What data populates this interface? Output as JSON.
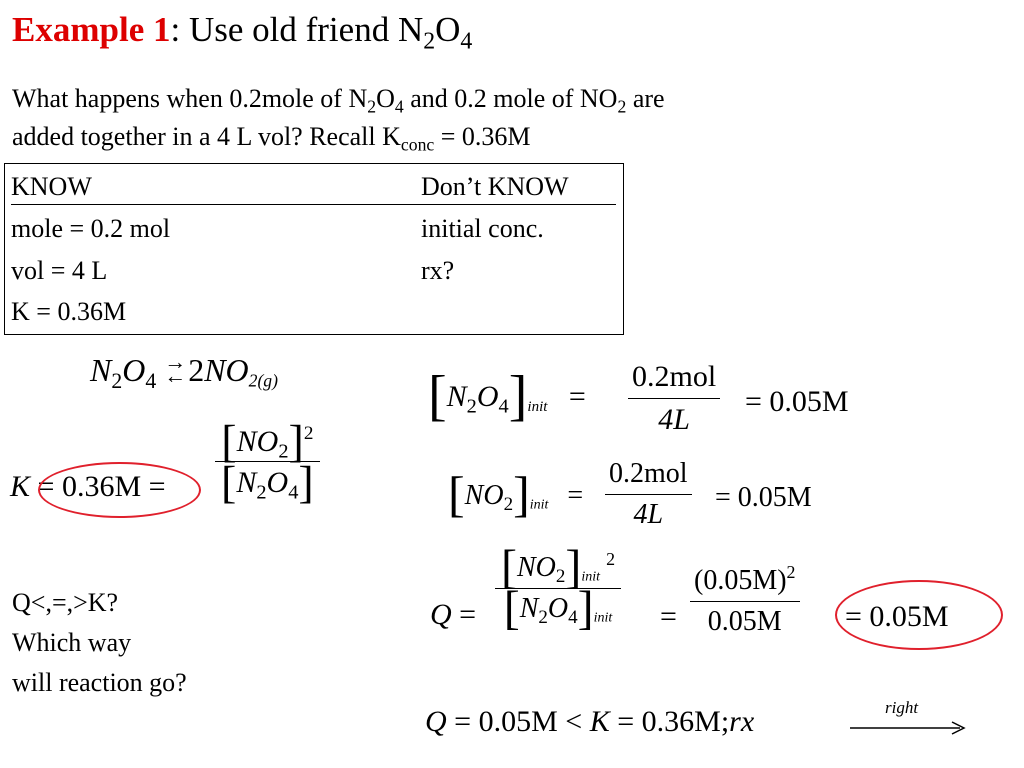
{
  "title": {
    "example_label": "Example 1",
    "colon": ":",
    "text": " Use old friend N",
    "sub1": "2",
    "text2": "O",
    "sub2": "4"
  },
  "intro": {
    "line1_a": "What happens when 0.2mole of N",
    "line1_sub1": "2",
    "line1_b": "O",
    "line1_sub2": "4",
    "line1_c": " and 0.2 mole of NO",
    "line1_sub3": "2",
    "line1_d": " are",
    "line2_a": "added together in a 4 L vol? Recall K",
    "line2_sub": "conc",
    "line2_b": " = 0.36M"
  },
  "know_box": {
    "know_header": "KNOW",
    "dont_know_header": "Don’t KNOW",
    "know_items": [
      " mole = 0.2 mol",
      "vol = 4 L",
      "K = 0.36M"
    ],
    "dont_know_items": [
      "initial conc.",
      "rx?"
    ]
  },
  "reaction": {
    "left": "N",
    "left_sub1": "2",
    "left_mid": "O",
    "left_sub2": "4",
    "arrow_top": "→",
    "arrow_bottom": "←",
    "coef": "2",
    "right": "NO",
    "right_sub": "2(g)"
  },
  "k_expression": {
    "k": "K",
    "eq": "=",
    "value": "0.36M",
    "eq2": "=",
    "num": "NO",
    "num_sub": "2",
    "num_sup": "2",
    "den_a": "N",
    "den_sub1": "2",
    "den_b": "O",
    "den_sub2": "4"
  },
  "n2o4_init": {
    "species_a": "N",
    "species_sub1": "2",
    "species_b": "O",
    "species_sub2": "4",
    "init": "init",
    "eq": "=",
    "num": "0.2mol",
    "den": "4L",
    "eq2": "=",
    "result": "0.05M"
  },
  "no2_init": {
    "species": "NO",
    "species_sub": "2",
    "init": "init",
    "eq": "=",
    "num": "0.2mol",
    "den": "4L",
    "eq2": "=",
    "result": "0.05M"
  },
  "q_expression": {
    "q": "Q",
    "eq": "=",
    "num": "NO",
    "num_sub": "2",
    "num_init": "init",
    "num_sup": "2",
    "den_a": "N",
    "den_sub1": "2",
    "den_b": "O",
    "den_sub2": "4",
    "den_init": "init",
    "eq2": "=",
    "num2": "(0.05M)",
    "num2_sup": "2",
    "den2": "0.05M",
    "eq3": "=",
    "result": "0.05M"
  },
  "question": {
    "line1": "Q<,=,>K?",
    "line2": "Which way",
    "line3": "will reaction go?"
  },
  "comparison": {
    "q": "Q",
    "eq": "=",
    "q_value": "0.05M",
    "lt": "<",
    "k": "K",
    "eq2": "=",
    "k_value": "0.36M",
    "semi": ";",
    "rx": "rx",
    "arrow_label": "right"
  },
  "colors": {
    "example_label": "#dd0000",
    "circle": "#e0202c"
  }
}
